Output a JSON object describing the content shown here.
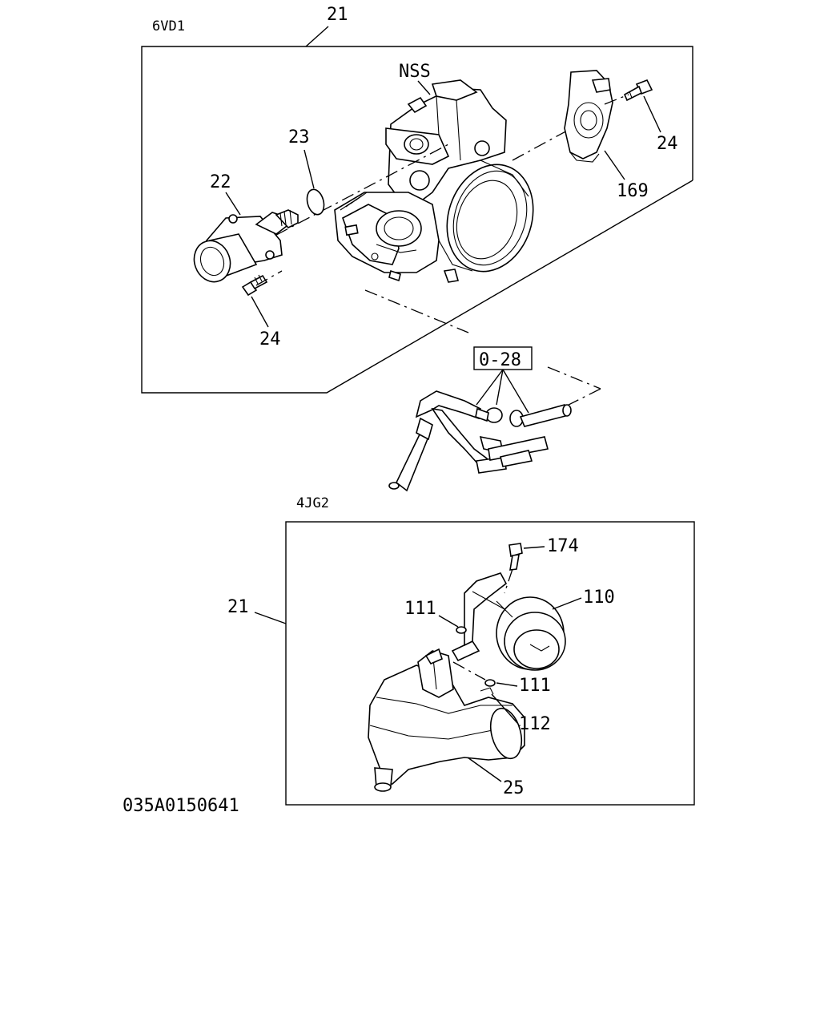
{
  "diagram": {
    "engine_top": "6VD1",
    "engine_bottom": "4JG2",
    "drawing_code": "035A0150641",
    "reference_box": "0-28",
    "labels": {
      "top_assembly": "21",
      "nss": "NSS",
      "oring": "23",
      "valve": "22",
      "bolt_left": "24",
      "bolt_right": "24",
      "sensor": "169",
      "bottom_assembly": "21",
      "bolt_174": "174",
      "actuator": "110",
      "washer_upper": "111",
      "washer_lower": "111",
      "clip": "112",
      "housing": "25"
    }
  }
}
